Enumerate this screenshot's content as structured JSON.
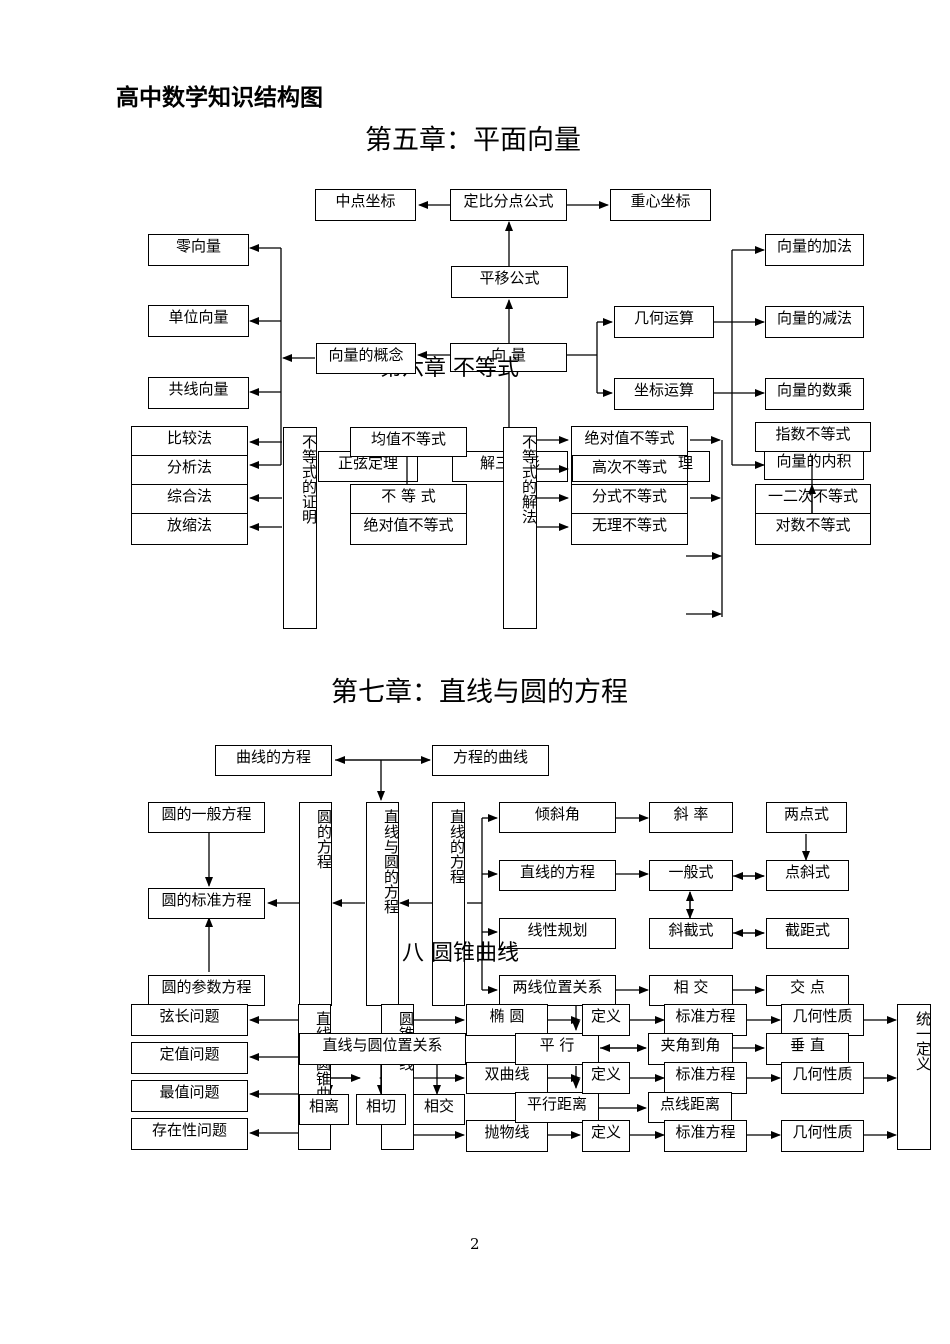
{
  "title": "高中数学知识结构图",
  "chapter5": {
    "heading": "第五章：平面向量",
    "ghost_heading": "第六章  不等式",
    "midpoint": "中点坐标",
    "section_formula": "定比分点公式",
    "centroid": "重心坐标",
    "translation": "平移公式",
    "vector": "向        量",
    "zero_vector": "零向量",
    "unit_vector": "单位向量",
    "collinear_vector": "共线向量",
    "vector_concept": "向量的概念",
    "geometric_op": "几何运算",
    "coordinate_op": "坐标运算",
    "vector_add": "向量的加法",
    "vector_sub": "向量的减法",
    "vector_scalar": "向量的数乘",
    "vector_inner": "向量的内积",
    "comparison": "比较法",
    "analysis": "分析法",
    "synthesis": "综合法",
    "scaling": "放缩法",
    "ineq_proof": "不等式的证明",
    "mean_ineq": "均值不等式",
    "sine_theorem": "正弦定理",
    "solve_triangle": "解三角形",
    "ineq": "不 等 式",
    "abs_ineq_left": "绝对值不等式",
    "ineq_solving": "不等式的解法",
    "abs_ineq_right": "绝对值不等式",
    "high_order_ineq": "高次不等式",
    "fraction_ineq": "分式不等式",
    "irrational_ineq": "无理不等式",
    "ghost_theorem": "理",
    "exp_ineq": "指数不等式",
    "quadratic_ineq": "一二次不等式",
    "log_ineq": "对数不等式"
  },
  "chapter7": {
    "heading": "第七章：直线与圆的方程",
    "ghost_heading": "八    圆锥曲线",
    "curve_equation": "曲线的方程",
    "equation_curve": "方程的曲线",
    "circle_general": "圆的一般方程",
    "circle_standard": "圆的标准方程",
    "circle_param": "圆的参数方程",
    "circle_equation": "圆的方程",
    "line_circle_equation": "直线与圆的方程",
    "line_equation_v": "直线的方程",
    "inclination": "倾斜角",
    "slope": "斜    率",
    "two_point": "两点式",
    "line_equation": "直线的方程",
    "general_form": "一般式",
    "point_slope": "点斜式",
    "linear_programming": "线性规划",
    "slope_intercept": "斜截式",
    "intercept_form": "截距式",
    "two_line_relation": "两线位置关系",
    "intersect": "相    交",
    "intersection_point": "交    点",
    "parallel": "平    行",
    "angle": "夹角到角",
    "perpendicular": "垂    直",
    "parallel_distance": "平行距离",
    "point_line_distance": "点线距离",
    "chord_problem": "弦长问题",
    "fixed_value": "定值问题",
    "extreme_value": "最值问题",
    "existence": "存在性问题",
    "line_conic_v": "直线与圆锥曲",
    "circle_conic_v": "圆锥曲线",
    "line_circle_relation": "直线与圆位置关系",
    "separate": "相离",
    "tangent": "相切",
    "intersect_small": "相交",
    "ellipse": "椭    圆",
    "hyperbola": "双曲线",
    "parabola": "抛物线",
    "definition": "定义",
    "standard_equation": "标准方程",
    "geometric_property": "几何性质",
    "unified_definition": "统一定义"
  },
  "page_number": "2"
}
